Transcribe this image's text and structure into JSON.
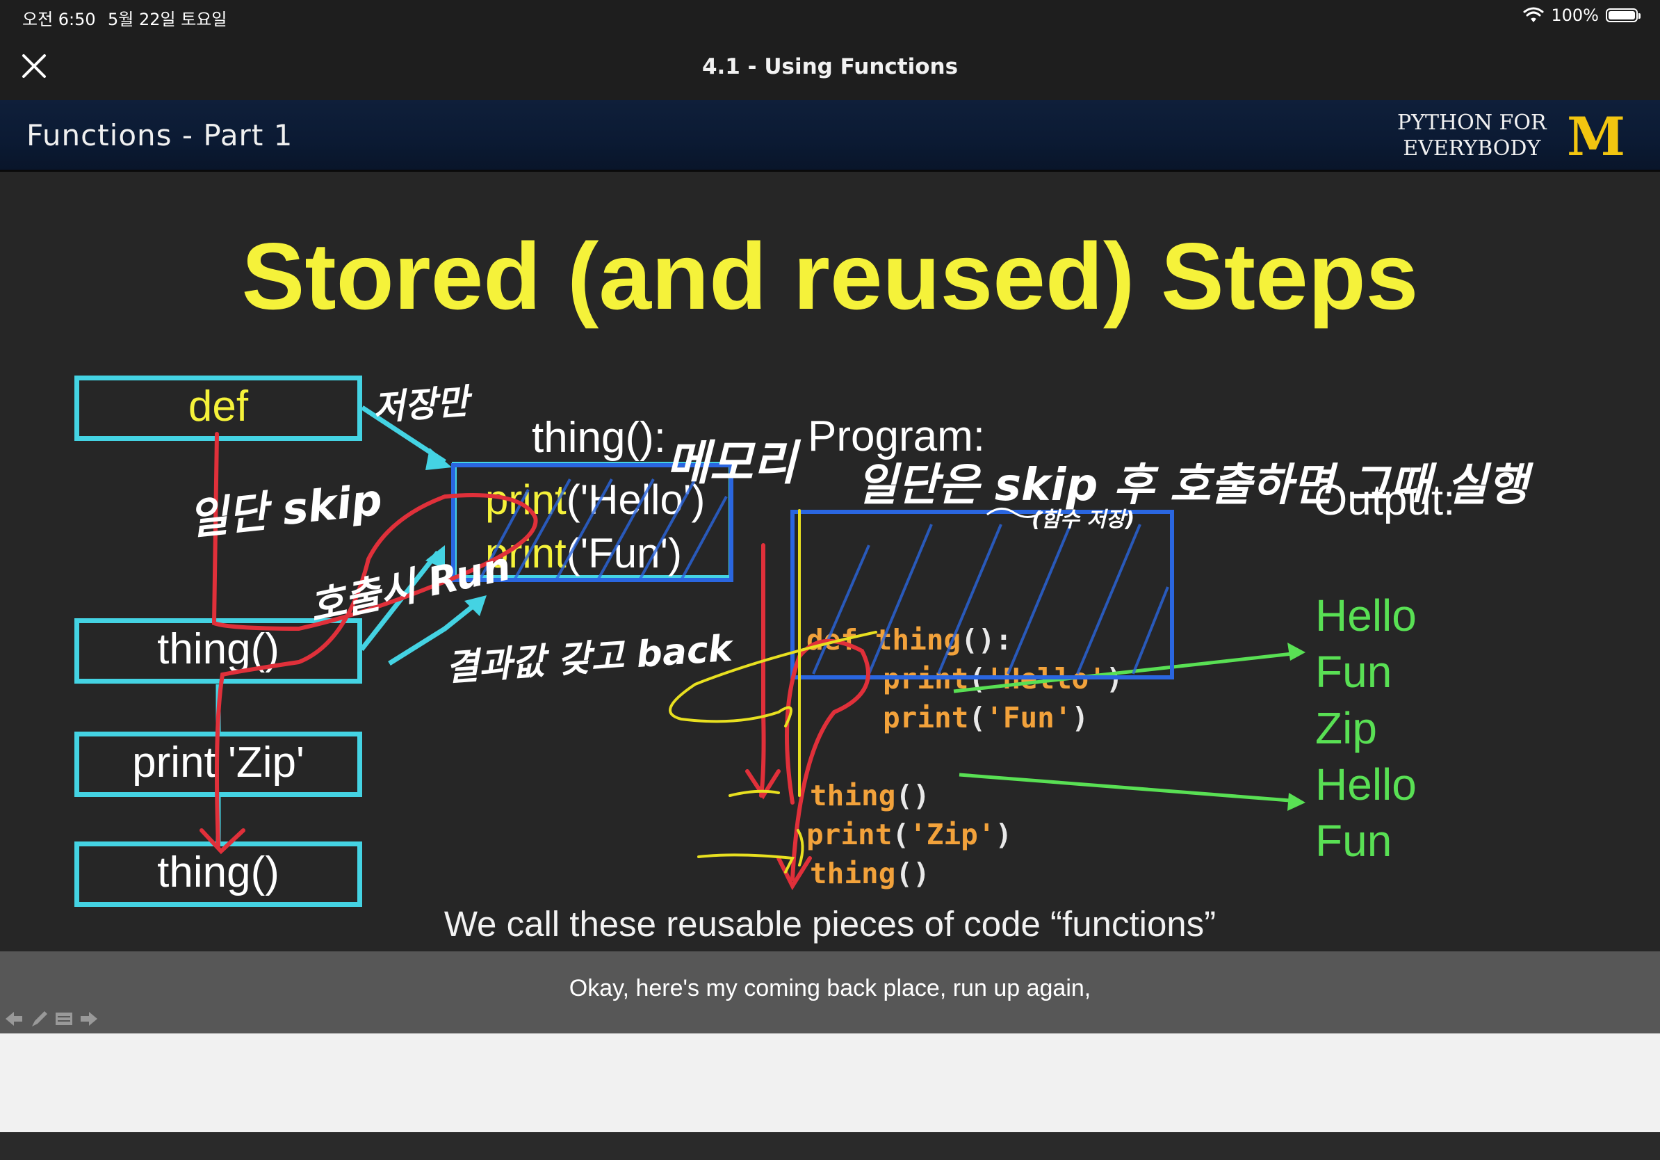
{
  "status_bar": {
    "time": "오전 6:50",
    "date": "5월 22일 토요일",
    "battery": "100%"
  },
  "nav": {
    "title": "4.1 - Using Functions"
  },
  "slide": {
    "header_title": "Functions - Part 1",
    "brand_line1": "PYTHON FOR",
    "brand_line2": "EVERYBODY",
    "brand_logo": "M",
    "title": "Stored (and reused) Steps",
    "flow_boxes": [
      "def",
      "thing()",
      "print 'Zip'",
      "thing()"
    ],
    "func_label": "thing():",
    "func_lines": {
      "line1_kw": "print",
      "line1_rest": "('Hello')",
      "line2_kw": "print",
      "line2_rest": "('Fun')"
    },
    "program_label": "Program:",
    "output_label": "Output:",
    "code": {
      "l1_kw": "def",
      "l1_fn": "thing",
      "l1_punc": "():",
      "l2_fn": "print",
      "l2_p1": "(",
      "l2_str": "'Hello'",
      "l2_p2": ")",
      "l3_fn": "print",
      "l3_p1": "(",
      "l3_str": "'Fun'",
      "l3_p2": ")",
      "l4_fn": "thing",
      "l4_punc": "()",
      "l5_fn": "print",
      "l5_p1": "(",
      "l5_str": "'Zip'",
      "l5_p2": ")",
      "l6_fn": "thing",
      "l6_punc": "()"
    },
    "outputs": [
      "Hello",
      "Fun",
      "Zip",
      "Hello",
      "Fun"
    ],
    "footer": "We call these reusable pieces of code “functions”"
  },
  "handwriting": {
    "note1": "저장만",
    "note2": "일단 skip",
    "note3": "호출시 Run",
    "note4": "결과값 갖고 back",
    "note5": "메모리",
    "note6": "일단은 skip 후 호출하면 그때 실행",
    "note7": "(함수 저장)"
  },
  "caption": {
    "text": "Okay, here's my coming back place, run up again,"
  },
  "colors": {
    "slide_yellow": "#f5f23a",
    "box_cyan": "#44d3e3",
    "output_green": "#59e054",
    "ink_red": "#e0303a",
    "ink_blue": "#2a66e0",
    "ink_yellow": "#e8e020"
  }
}
